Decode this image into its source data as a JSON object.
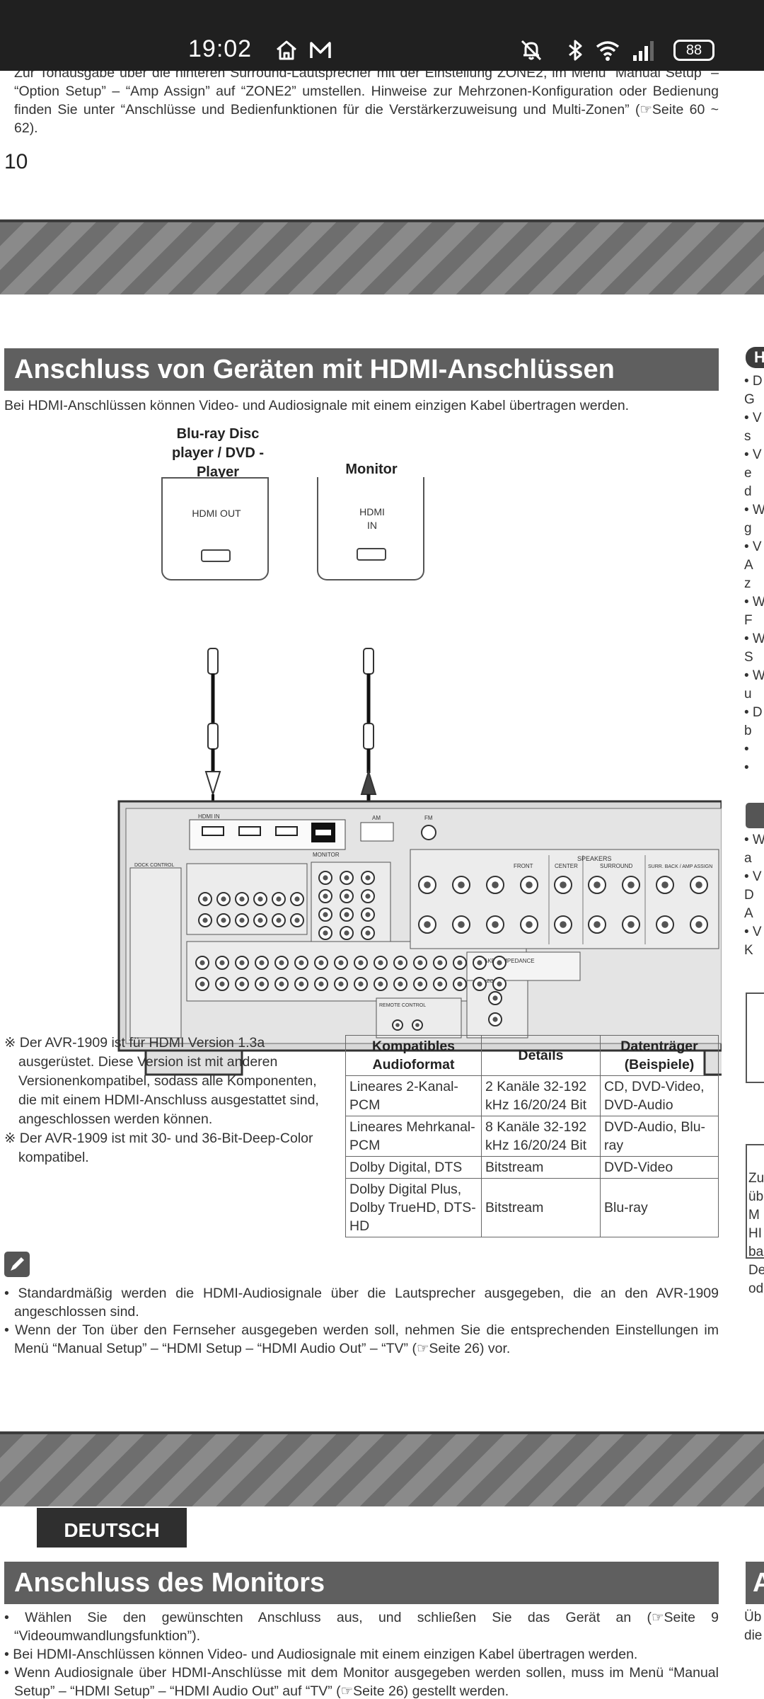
{
  "status_bar": {
    "time": "19:02",
    "battery": "88"
  },
  "document": {
    "top_paragraph": "Zur Tonausgabe über die hinteren Surround-Lautsprecher mit der Einstellung ZONE2, im Menü “Manual Setup” – “Option Setup” – “Amp Assign” auf “ZONE2” umstellen. Hinweise zur Mehrzonen-Konfiguration oder Bedienung finden Sie unter “Anschlüsse und Bedienfunktionen für die Verstärkerzuweisung und Multi-Zonen” (☞Seite 60 ~ 62).",
    "page_number": "10",
    "hdmi_section": {
      "title": "Anschluss von Geräten mit HDMI-Anschlüssen",
      "side_tab": "H",
      "intro": "Bei HDMI-Anschlüssen können Video- und Audiosignale mit einem einzigen Kabel übertragen werden.",
      "device_left": {
        "label": "Blu-ray Disc player / DVD -Player",
        "port": "HDMI OUT"
      },
      "device_right": {
        "label": "Monitor",
        "port": "HDMI IN"
      },
      "notes": [
        "※ Der AVR-1909 ist für HDMI Version 1.3a ausgerüstet. Diese Version ist mit anderen Versionenkompatibel, sodass alle Komponenten, die mit einem HDMI-Anschluss ausgestattet sind, angeschlossen werden können.",
        "※ Der AVR-1909 ist mit 30- und 36-Bit-Deep-Color kompatibel."
      ],
      "table": {
        "headers": [
          "Kompatibles Audioformat",
          "Details",
          "Datenträger (Beispiele)"
        ],
        "rows": [
          [
            "Lineares 2-Kanal-PCM",
            "2 Kanäle 32-192 kHz 16/20/24 Bit",
            "CD, DVD-Video, DVD-Audio"
          ],
          [
            "Lineares Mehrkanal-PCM",
            "8 Kanäle 32-192 kHz 16/20/24 Bit",
            "DVD-Audio, Blu-ray"
          ],
          [
            "Dolby Digital, DTS",
            "Bitstream",
            "DVD-Video"
          ],
          [
            "Dolby Digital Plus, Dolby TrueHD, DTS-HD",
            "Bitstream",
            "Blu-ray"
          ]
        ]
      },
      "bullets": [
        "• Standardmäßig werden die HDMI-Audiosignale über die Lautsprecher ausgegeben, die an den AVR-1909 angeschlossen sind.",
        "• Wenn der Ton über den Fernseher ausgegeben werden soll, nehmen Sie die entsprechenden Einstellungen im Menü “Manual Setup” – “HDMI Setup – “HDMI Audio Out” – “TV” (☞Seite 26) vor."
      ]
    },
    "side_column_top": [
      "• D",
      "G",
      "• V",
      "s",
      "• V",
      "e",
      "d",
      "• W",
      "g",
      "• V",
      "A",
      "z",
      "• W",
      "F",
      "• W",
      "S",
      "• W",
      "u",
      "• D",
      "b",
      "•",
      "•"
    ],
    "side_column_mid": [
      "• W",
      "a",
      "• V",
      "D",
      "A",
      "• V",
      "K"
    ],
    "side_column_low": [
      "Zu",
      "üb",
      "M",
      "HI",
      "ba",
      "De",
      "od"
    ],
    "language_tab": "DEUTSCH",
    "monitor_section": {
      "title": "Anschluss des Monitors",
      "side_tab": "A",
      "bullets": [
        "• Wählen Sie den gewünschten Anschluss aus, und schließen Sie das Gerät an (☞Seite 9 “Videoumwandlungsfunktion”).",
        "• Bei HDMI-Anschlüssen können Video- und Audiosignale mit einem einzigen Kabel übertragen werden.",
        "• Wenn Audiosignale über HDMI-Anschlüsse mit dem Monitor ausgegeben werden sollen, muss im Menü “Manual Setup” – “HDMI Setup” – “HDMI Audio Out” auf “TV” (☞Seite 26) gestellt werden."
      ],
      "side_text": [
        "Üb",
        "die"
      ]
    },
    "receiver_labels": {
      "hdmi_in": "HDMI IN",
      "monitor_out": "MONITOR",
      "speakers": "SPEAKERS",
      "front": "FRONT",
      "center": "CENTER",
      "surround": "SURROUND",
      "surr_back": "SURR. BACK / AMP ASSIGN",
      "zone2": "ZONE2",
      "am": "AM",
      "fm": "FM",
      "dock_control": "DOCK CONTROL",
      "remote_control": "REMOTE CONTROL",
      "speaker_impedance": "SPEAKER IMPEDANCE"
    }
  }
}
